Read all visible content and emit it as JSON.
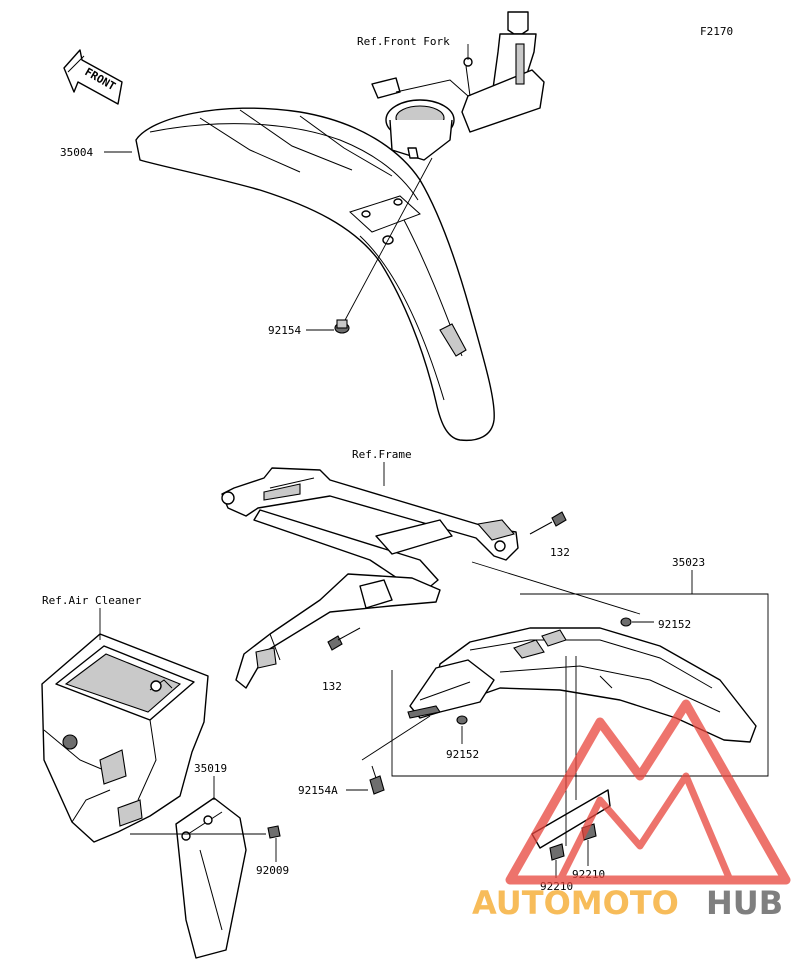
{
  "figure_code": "F2170",
  "front_arrow_label": "FRONT",
  "references": {
    "front_fork": "Ref.Front Fork",
    "frame": "Ref.Frame",
    "air_cleaner": "Ref.Air Cleaner"
  },
  "parts": {
    "front_fender": "35004",
    "front_fender_bolt": "92154",
    "rear_fender": "35023",
    "rear_flap": "35019",
    "bolt_132_right": "132",
    "bolt_132_left": "132",
    "collar_92152_top": "92152",
    "collar_92152_mid": "92152",
    "bolt_92154a": "92154A",
    "bolt_92009": "92009",
    "nut_92210_right": "92210",
    "nut_92210_left": "92210"
  },
  "watermark": {
    "part1": "AUTOMOTO",
    "part2": "HUB",
    "color_primary": "#f5a623",
    "color_secondary": "#e8453c",
    "color_dark": "#555555"
  }
}
